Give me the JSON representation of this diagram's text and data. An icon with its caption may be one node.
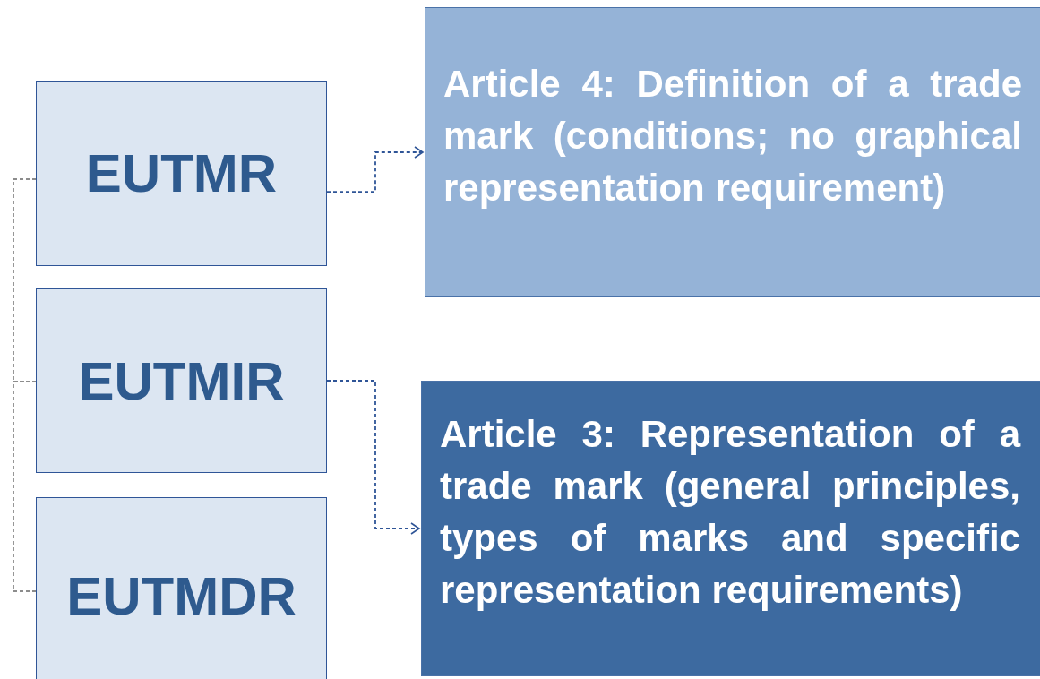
{
  "diagram": {
    "nodes": [
      {
        "text": [
          "EUTMR"
        ]
      },
      {
        "text": [
          "EUTMIR"
        ]
      },
      {
        "text": [
          "EUTMDR"
        ]
      },
      {
        "text": [
          "Article 4: Definition of a trade mark (conditions; no graphical representation requirement)"
        ]
      },
      {
        "text": [
          "Article 3: Representation of a trade mark (general principles, types of marks and specific representation requirements)"
        ]
      }
    ],
    "edges": [
      {
        "from": 0,
        "to": 3,
        "arrow": "to",
        "style": "dashed",
        "color": "#2f5597"
      },
      {
        "from": 1,
        "to": 4,
        "arrow": "to",
        "style": "dashed",
        "color": "#2f5597"
      },
      {
        "from": 0,
        "to": 1,
        "arrow": "none",
        "style": "dashed",
        "color": "#8c8c8c"
      },
      {
        "from": 1,
        "to": 2,
        "arrow": "none",
        "style": "dashed",
        "color": "#8c8c8c"
      }
    ]
  }
}
